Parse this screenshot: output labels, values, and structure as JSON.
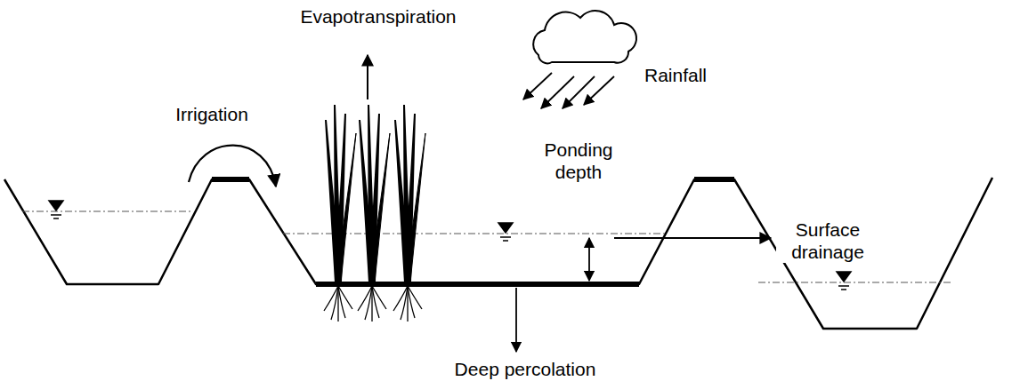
{
  "diagram": {
    "labels": [
      "Evapotranspiration",
      "Irrigation",
      "Rainfall",
      "Ponding depth",
      "Surface drainage",
      "Deep percolation"
    ]
  }
}
